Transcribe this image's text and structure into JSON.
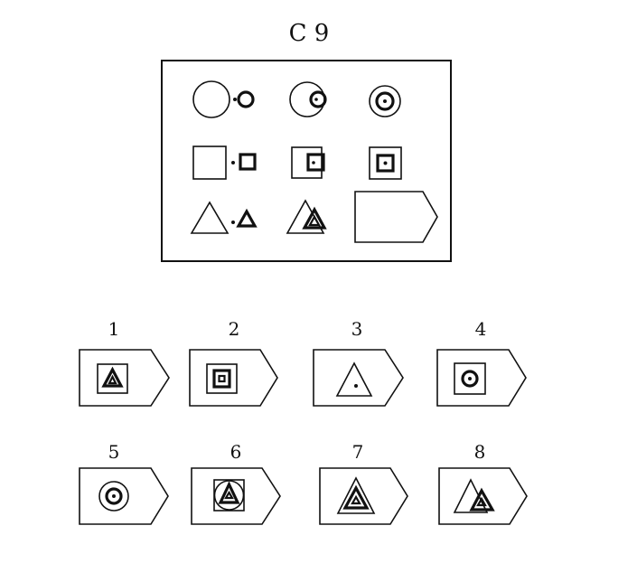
{
  "title": "C 9",
  "options": [
    {
      "number": "1"
    },
    {
      "number": "2"
    },
    {
      "number": "3"
    },
    {
      "number": "4"
    },
    {
      "number": "5"
    },
    {
      "number": "6"
    },
    {
      "number": "7"
    },
    {
      "number": "8"
    }
  ]
}
